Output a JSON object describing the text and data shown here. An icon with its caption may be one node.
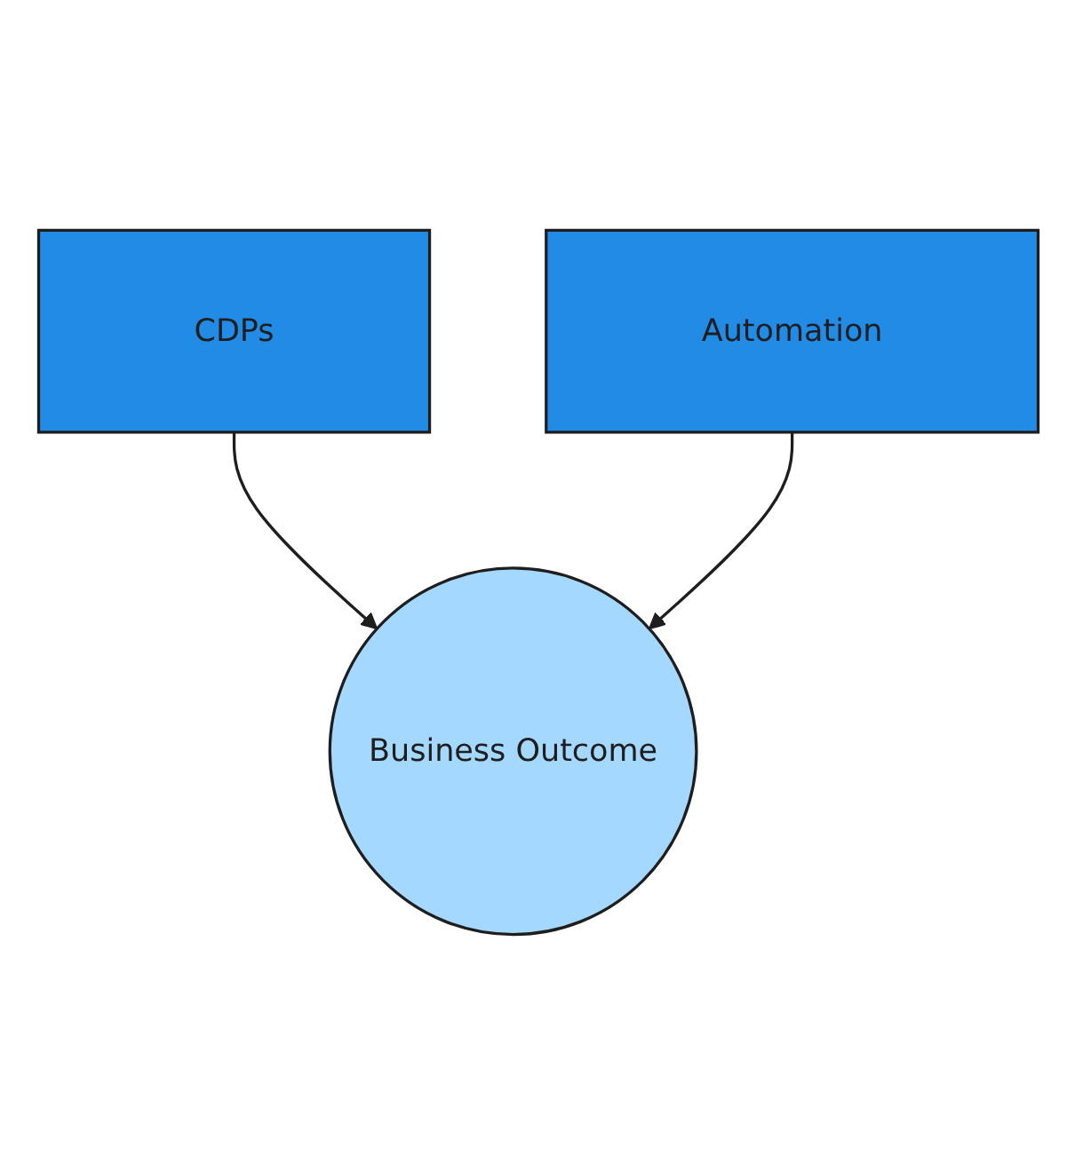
{
  "diagram": {
    "nodes": [
      {
        "text": [
          "CDPs"
        ]
      },
      {
        "text": [
          "Automation"
        ]
      },
      {
        "text": [
          "Business Outcome"
        ]
      }
    ],
    "edges": [
      {
        "from": 0,
        "to": 2,
        "arrow": "to"
      },
      {
        "from": 1,
        "to": 2,
        "arrow": "to"
      }
    ]
  }
}
